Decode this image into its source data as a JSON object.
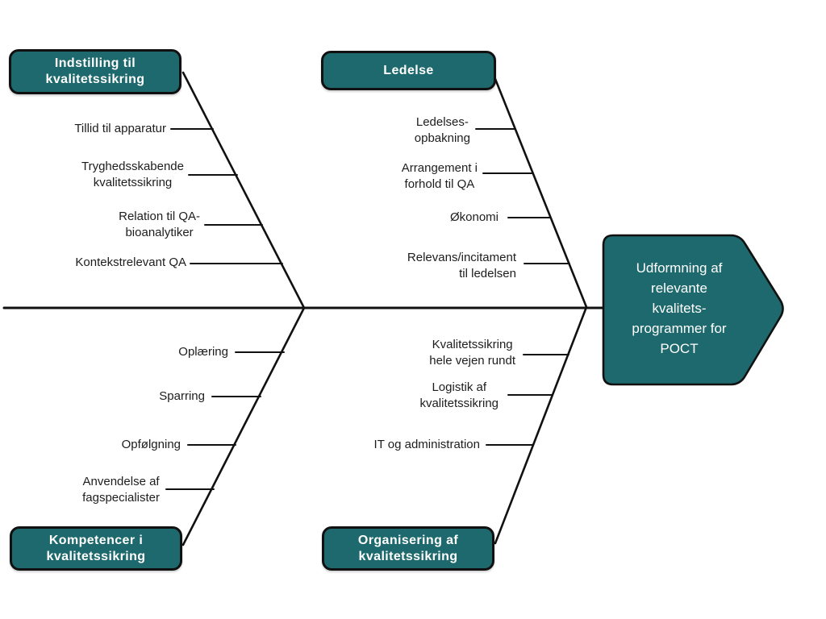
{
  "colors": {
    "teal": "#1E696D",
    "line": "#111111",
    "label": "#1d1d1d",
    "boxtext": "#ffffff",
    "bg": "#ffffff"
  },
  "head": {
    "label": "Udformning af\nrelevante\nkvalitets-\nprogrammer for\nPOCT"
  },
  "branches": {
    "top_left": {
      "title": "Indstilling til\nkvalitetssikring",
      "items": [
        "Tillid til apparatur",
        "Tryghedsskabende\nkvalitetssikring",
        "Relation til QA-\nbioanalytiker",
        "Kontekstrelevant QA"
      ]
    },
    "top_right": {
      "title": "Ledelse",
      "items": [
        "Ledelses-\nopbakning",
        "Arrangement i\nforhold til QA",
        "Økonomi",
        "Relevans/incitament\ntil ledelsen"
      ]
    },
    "bottom_left": {
      "title": "Kompetencer i\nkvalitetssikring",
      "items": [
        "Oplæring",
        "Sparring",
        "Opfølgning",
        "Anvendelse af\nfagspecialister"
      ]
    },
    "bottom_right": {
      "title": "Organisering af\nkvalitetssikring",
      "items": [
        "Kvalitetssikring\nhele vejen rundt",
        "Logistik af\nkvalitetssikring",
        "IT og administration"
      ]
    }
  }
}
